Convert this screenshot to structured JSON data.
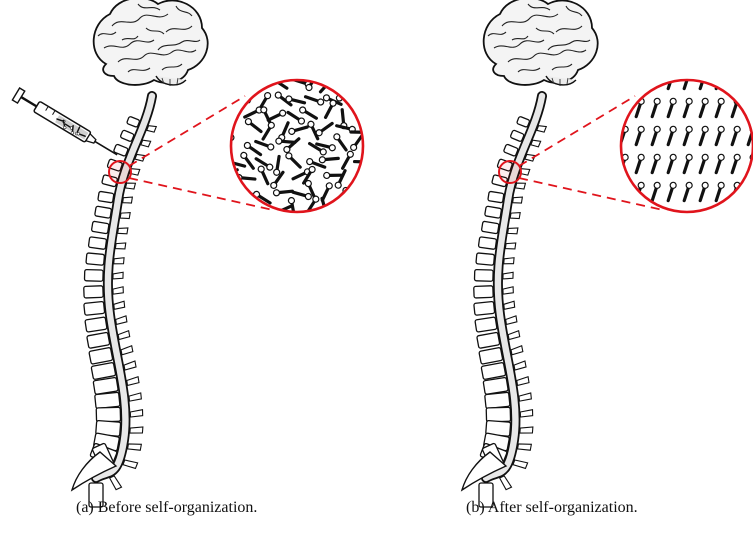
{
  "captions": {
    "a": "(a) Before self-organization.",
    "b": "(b) After self-organization."
  },
  "colors": {
    "highlight": "#e0141c",
    "line": "#111111",
    "brain_fill": "#f4f4f4",
    "cord_fill": "#e8e8e8"
  },
  "panels": [
    {
      "id": "a",
      "state": "disordered",
      "shows_syringe": true
    },
    {
      "id": "b",
      "state": "aligned",
      "shows_syringe": false
    }
  ]
}
